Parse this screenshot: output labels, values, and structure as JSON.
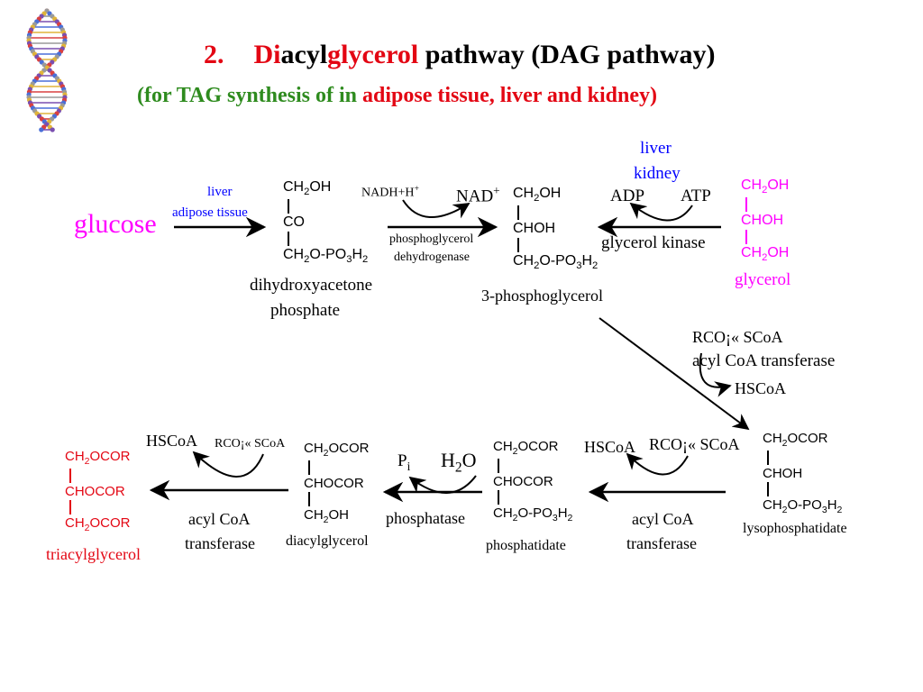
{
  "title": {
    "number": "2.",
    "di": "Di",
    "acyl": "acyl",
    "glycerol": "glycerol",
    "rest": " pathway (DAG pathway)"
  },
  "subtitle": {
    "open": "(for TAG synthesis of in ",
    "tissues": "adipose tissue, liver and kidney",
    "close": ")"
  },
  "row1": {
    "glucose": "glucose",
    "glucose_sites": [
      "liver",
      "adipose tissue"
    ],
    "dhap_struct": [
      "CH2OH",
      "CO",
      "CH2O-PO3H2"
    ],
    "dhap_name": [
      "dihydroxyacetone",
      "phosphate"
    ],
    "cofactor_in": "NADH+H",
    "cofactor_in_sup": "+",
    "cofactor_out": "NAD",
    "cofactor_out_sup": "+",
    "enzyme1": [
      "phosphoglycerol",
      "dehydrogenase"
    ],
    "g3p_struct": [
      "CH2OH",
      "CHOH",
      "CH2O-PO3H2"
    ],
    "g3p_name": "3-phosphoglycerol",
    "kinase_sites": [
      "liver",
      "kidney"
    ],
    "adp": "ADP",
    "atp": "ATP",
    "enzyme2": "glycerol kinase",
    "glycerol_struct": [
      "CH2OH",
      "CHOH",
      "CH2OH"
    ],
    "glycerol_name": "glycerol"
  },
  "step2": {
    "substrate": "RCO¡« SCoA",
    "enzyme": "acyl CoA  transferase",
    "product": "HSCoA"
  },
  "row2": {
    "lyso_struct": [
      "CH2OCOR",
      "CHOH",
      "CH2O-PO3H2"
    ],
    "lyso_name": "lysophosphatidate",
    "step3_in": "RCO¡« SCoA",
    "step3_out": "HSCoA",
    "step3_enzyme": [
      "acyl CoA",
      "transferase"
    ],
    "pa_struct": [
      "CH2OCOR",
      "CHOCOR",
      "CH2O-PO3H2"
    ],
    "pa_name": "phosphatidate",
    "water": "H2O",
    "pi": "P",
    "pi_sub": "i",
    "phosphatase": "phosphatase",
    "dag_struct": [
      "CH2OCOR",
      "CHOCOR",
      "CH2OH"
    ],
    "dag_name": "diacylglycerol",
    "step5_in": "RCO¡« SCoA",
    "step5_out": "HSCoA",
    "step5_enzyme": [
      "acyl CoA",
      "transferase"
    ],
    "tag_struct": [
      "CH2OCOR",
      "CHOCOR",
      "CH2OCOR"
    ],
    "tag_name": "triacylglycerol"
  },
  "colors": {
    "red": "#e30613",
    "magenta": "#ff00ff",
    "green": "#2e8b1e",
    "blue": "#0000ff"
  }
}
